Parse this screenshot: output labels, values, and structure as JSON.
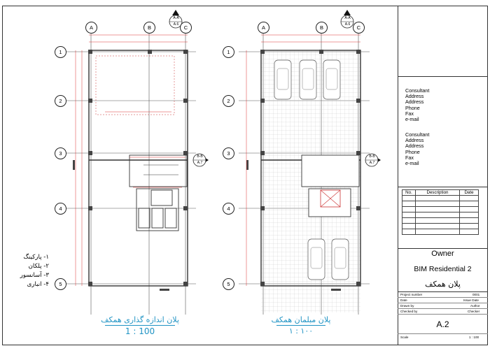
{
  "plans": {
    "left": {
      "caption": "پلان اندازه گذاری همکف",
      "scale": "1 : 100"
    },
    "right": {
      "caption": "پلان مبلمان همکف",
      "scale": "۱ : ۱۰۰"
    }
  },
  "grid": {
    "cols": [
      "A",
      "B",
      "C"
    ],
    "rows": [
      "1",
      "2",
      "3",
      "4",
      "5"
    ]
  },
  "section_marks": {
    "top": {
      "id": "A-A",
      "sheet": "A.6"
    },
    "side": {
      "id": "B-B",
      "sheet": "A.7"
    }
  },
  "legend": [
    "۱- پارکینگ",
    "۲- پلکان",
    "۳- آسانسور",
    "۴- انباری"
  ],
  "title_block": {
    "contacts": [
      [
        "Consultant",
        "Address",
        "Address",
        "Phone",
        "Fax",
        "e-mail"
      ],
      [
        "Consultant",
        "Address",
        "Address",
        "Phone",
        "Fax",
        "e-mail"
      ]
    ],
    "rev_headers": {
      "no": "No.",
      "desc": "Description",
      "date": "Date"
    },
    "owner": "Owner",
    "project": "BIM Residential 2",
    "sheet_title": "پلان همکف",
    "fields": {
      "project_number": {
        "label": "Project number",
        "value": "0001"
      },
      "date": {
        "label": "Date",
        "value": "Issue Date"
      },
      "drawn_by": {
        "label": "Drawn by",
        "value": "Author"
      },
      "checked_by": {
        "label": "Checked by",
        "value": "Checker"
      }
    },
    "sheet_no": "A.2",
    "scale": {
      "label": "Scale",
      "value": "1 : 100"
    }
  }
}
